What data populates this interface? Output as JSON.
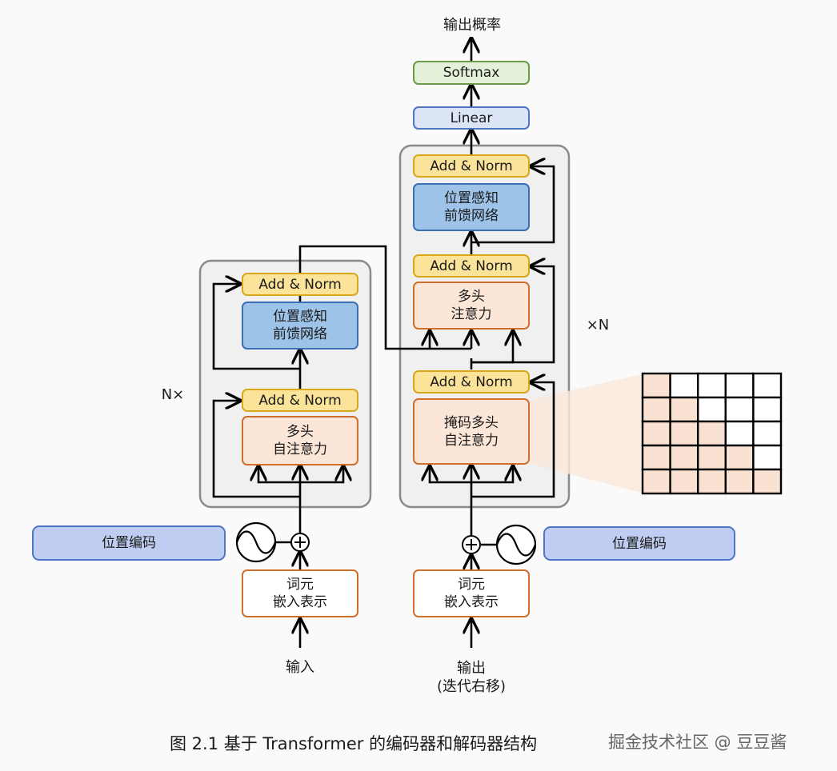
{
  "title_top": "输出概率",
  "softmax": "Softmax",
  "linear": "Linear",
  "encoder": {
    "repeat_label": "N×",
    "add_norm_top": "Add & Norm",
    "ffn": "位置感知\n前馈网络",
    "add_norm_bottom": "Add & Norm",
    "self_attention": "多头\n自注意力",
    "positional_encoding": "位置编码",
    "embedding": "词元\n嵌入表示",
    "input": "输入"
  },
  "decoder": {
    "repeat_label": "×N",
    "add_norm_top": "Add & Norm",
    "ffn": "位置感知\n前馈网络",
    "add_norm_mid": "Add & Norm",
    "cross_attention": "多头\n注意力",
    "add_norm_bottom": "Add & Norm",
    "masked_attention": "掩码多头\n自注意力",
    "positional_encoding": "位置编码",
    "embedding": "词元\n嵌入表示",
    "output": "输出\n(迭代右移)"
  },
  "mask_matrix": {
    "size": 5,
    "filled_color": "#f9e2d2",
    "empty_color": "#ffffff",
    "pattern": "lower-triangular"
  },
  "caption": "图 2.1    基于 Transformer 的编码器和解码器结构",
  "watermark": "掘金技术社区 @ 豆豆酱"
}
